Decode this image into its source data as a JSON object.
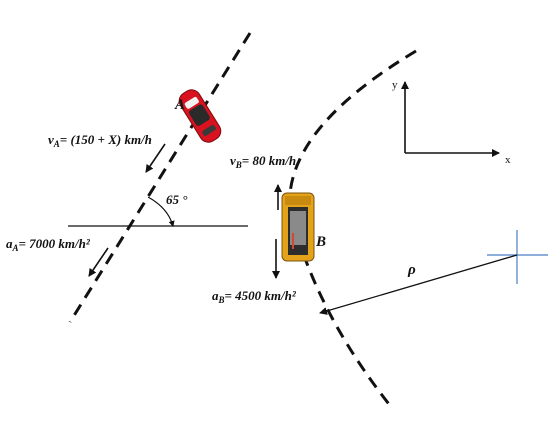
{
  "car_a": {
    "name": "A",
    "velocity_label": "v",
    "velocity_sub": "A",
    "velocity_text": "= (150 + X) km/h",
    "accel_label": "a",
    "accel_sub": "A",
    "accel_text": "= 7000 km/h²",
    "angle_label": "65 °",
    "color": "#d8131f"
  },
  "car_b": {
    "name": "B",
    "velocity_label": "v",
    "velocity_sub": "B",
    "velocity_text": "= 80 km/h",
    "accel_label": "a",
    "accel_sub": "B",
    "accel_text": "= 4500 km/h²",
    "color": "#e3a21a"
  },
  "axes": {
    "x_label": "x",
    "y_label": "y"
  },
  "radius_label": "ρ",
  "center_marker_color": "#4a7fc4"
}
